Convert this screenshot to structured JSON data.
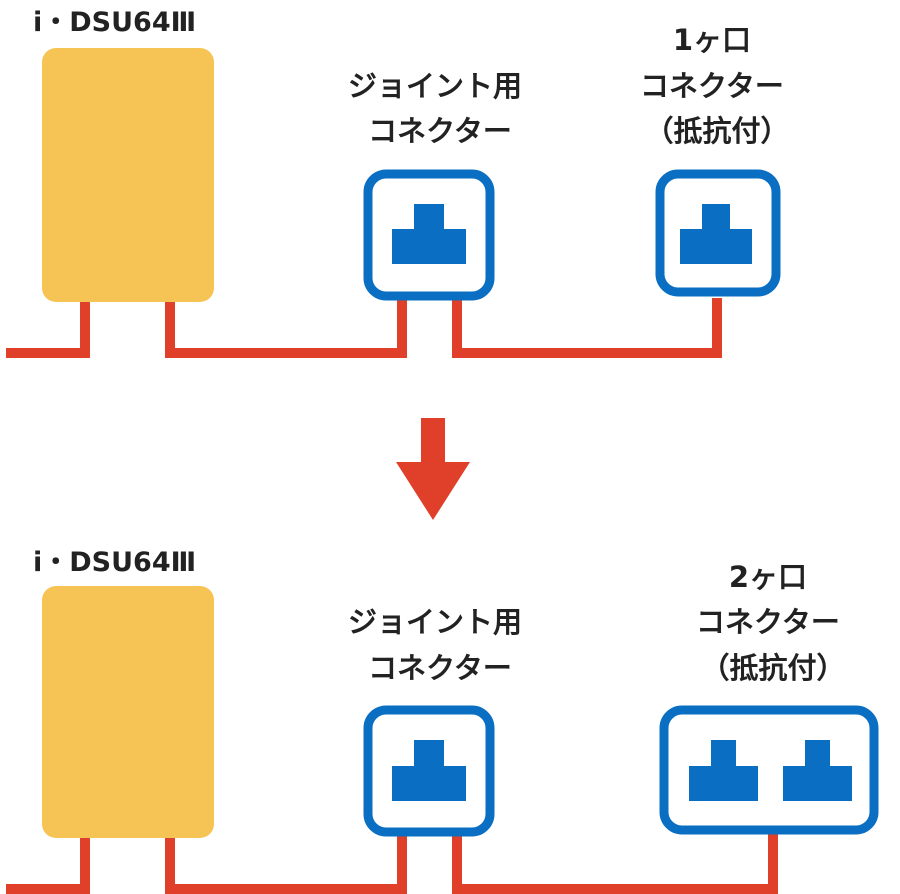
{
  "colors": {
    "device_fill": "#F6C454",
    "connector_border": "#0A6FC2",
    "connector_inner": "#0A6FC2",
    "wire": "#E0402A",
    "arrow": "#E0402A",
    "text": "#222222"
  },
  "before": {
    "device_label": "i・DSU64Ⅲ",
    "joint_label": [
      "ジョイント用",
      "コネクター"
    ],
    "end_label": [
      "1ヶ口",
      "コネクター",
      "（抵抗付）"
    ]
  },
  "after": {
    "device_label": "i・DSU64Ⅲ",
    "joint_label": [
      "ジョイント用",
      "コネクター"
    ],
    "end_label": [
      "2ヶ口",
      "コネクター",
      "（抵抗付）"
    ]
  },
  "transition_icon": "down-arrow-icon"
}
